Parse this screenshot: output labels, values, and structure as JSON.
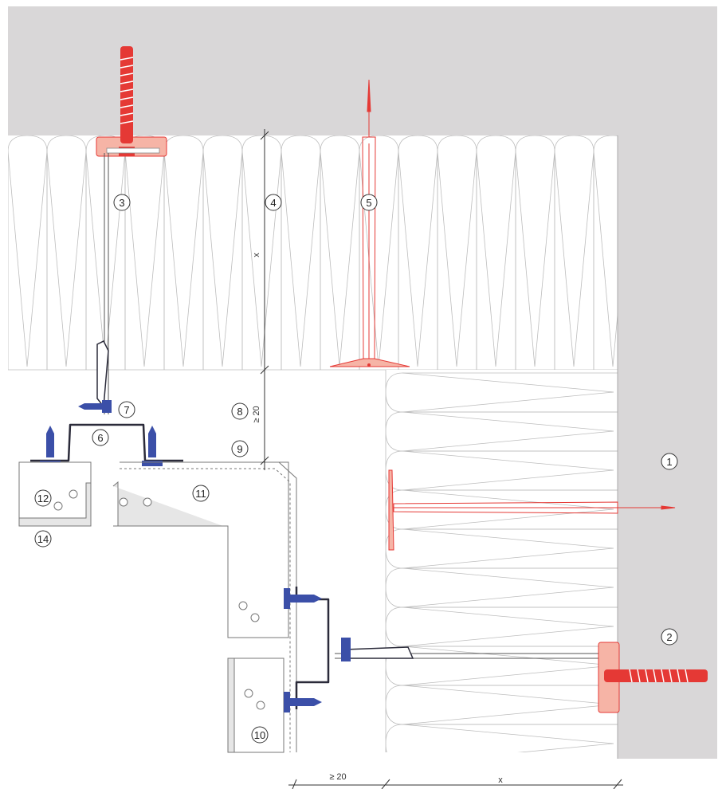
{
  "callouts": {
    "c1": "1",
    "c2": "2",
    "c3": "3",
    "c4": "4",
    "c5": "5",
    "c6": "6",
    "c7": "7",
    "c8": "8",
    "c9": "9",
    "c10": "10",
    "c11": "11",
    "c12": "12",
    "c14": "14"
  },
  "dimensions": {
    "vertical_insulation": "x",
    "vertical_gap": "≥ 20",
    "horizontal_gap": "≥ 20",
    "horizontal_insulation": "x"
  },
  "colors": {
    "wall": "#d9d7d8",
    "insulation_line": "#bdbdbd",
    "anchor": "#e53935",
    "anchor_light": "#f6b4a6",
    "screw": "#3b4fa8",
    "bracket": "#2b2b3a",
    "panel_fill": "#e6e6e6"
  }
}
